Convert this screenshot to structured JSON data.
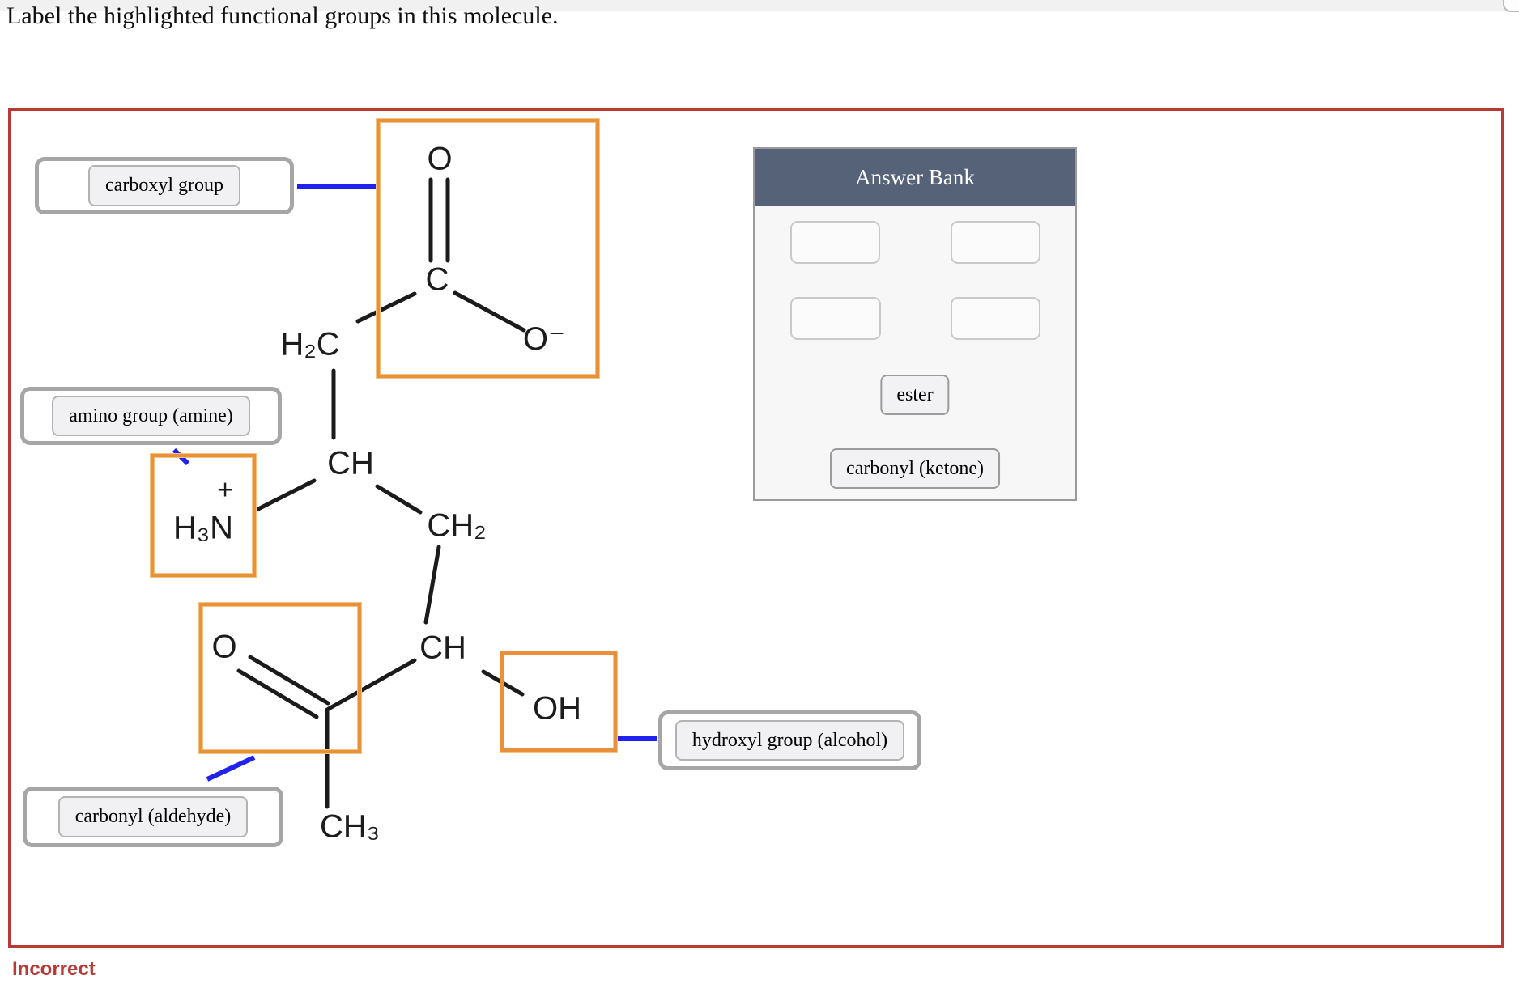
{
  "page": {
    "title": "Label the highlighted functional groups in this molecule.",
    "status": "Incorrect"
  },
  "placed_labels": {
    "carboxyl": "carboxyl group",
    "amino": "amino group (amine)",
    "aldehyde": "carbonyl (aldehyde)",
    "hydroxyl": "hydroxyl group (alcohol)"
  },
  "answer_bank": {
    "title": "Answer Bank",
    "empty_slots": 4,
    "items": [
      "ester",
      "carbonyl (ketone)"
    ]
  },
  "molecule": {
    "atoms": {
      "o_top": "O",
      "c_carboxyl": "C",
      "o_minus": "O⁻",
      "h2c": "H₂C",
      "ch_upper": "CH",
      "ch2": "CH₂",
      "ch_lower": "CH",
      "oh": "OH",
      "ch3": "CH₃",
      "h3n": "H₃N",
      "charge_plus": "+",
      "o_aldehyde": "O"
    }
  },
  "colors": {
    "highlight_orange": "#E8913A",
    "connector_blue": "#2222EE",
    "frame_red": "#B93A34",
    "bank_header_bg": "#556278",
    "incorrect_red": "#B93A34"
  }
}
